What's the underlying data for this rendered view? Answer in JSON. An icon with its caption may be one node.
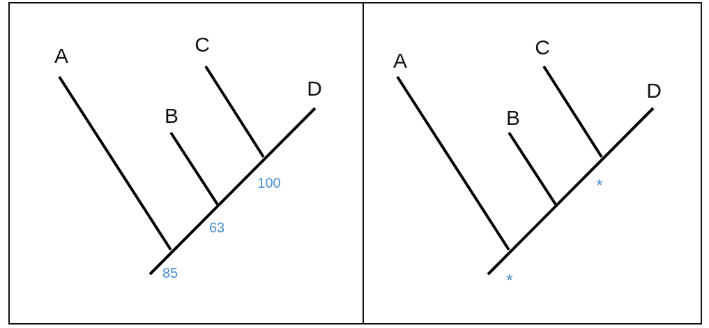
{
  "diagram": {
    "labels": [
      "A",
      "C",
      "B",
      "D",
      "100",
      "63",
      "85",
      "A",
      "C",
      "B",
      "D",
      "*",
      "*"
    ]
  }
}
